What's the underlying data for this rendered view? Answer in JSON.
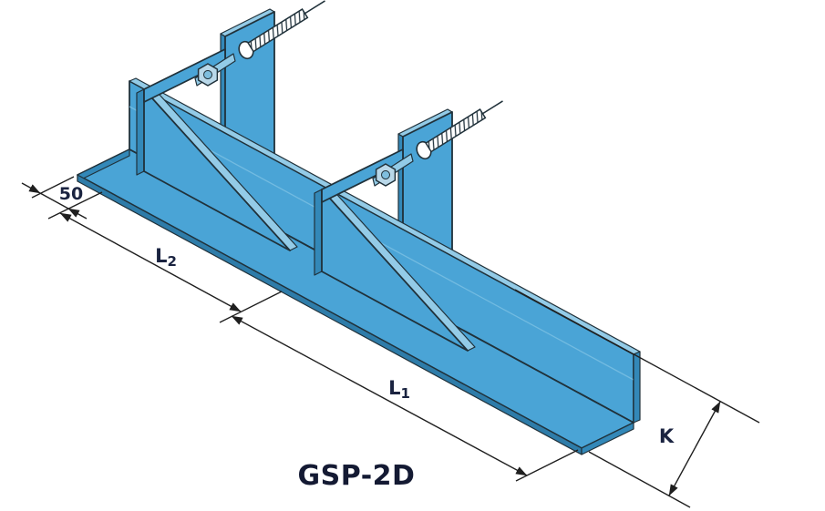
{
  "title": "GSP-2D",
  "dimensions": {
    "overhang": "50",
    "l2": {
      "base": "L",
      "sub": "2"
    },
    "l1": {
      "base": "L",
      "sub": "1"
    },
    "k": "K"
  },
  "colors": {
    "body": "#4aa4d6",
    "body_light": "#93cbe7",
    "body_shade": "#3388b8",
    "body_dark": "#2e7ca9",
    "outline": "#20313a",
    "dimension_lines": "#1f1f1f",
    "label_text": "#1a2340"
  }
}
